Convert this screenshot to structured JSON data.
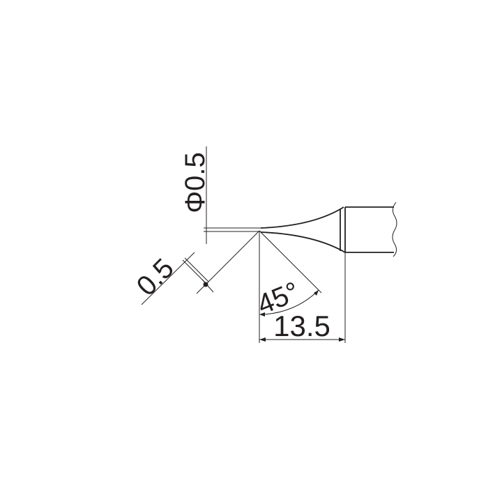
{
  "title": "Soldering tip dimension drawing",
  "dimensions": {
    "tip_diameter": "Φ0.5",
    "tip_offset": "0.5",
    "angle": "45°",
    "length": "13.5"
  },
  "colors": {
    "line": "#231f20",
    "background": "#ffffff"
  }
}
